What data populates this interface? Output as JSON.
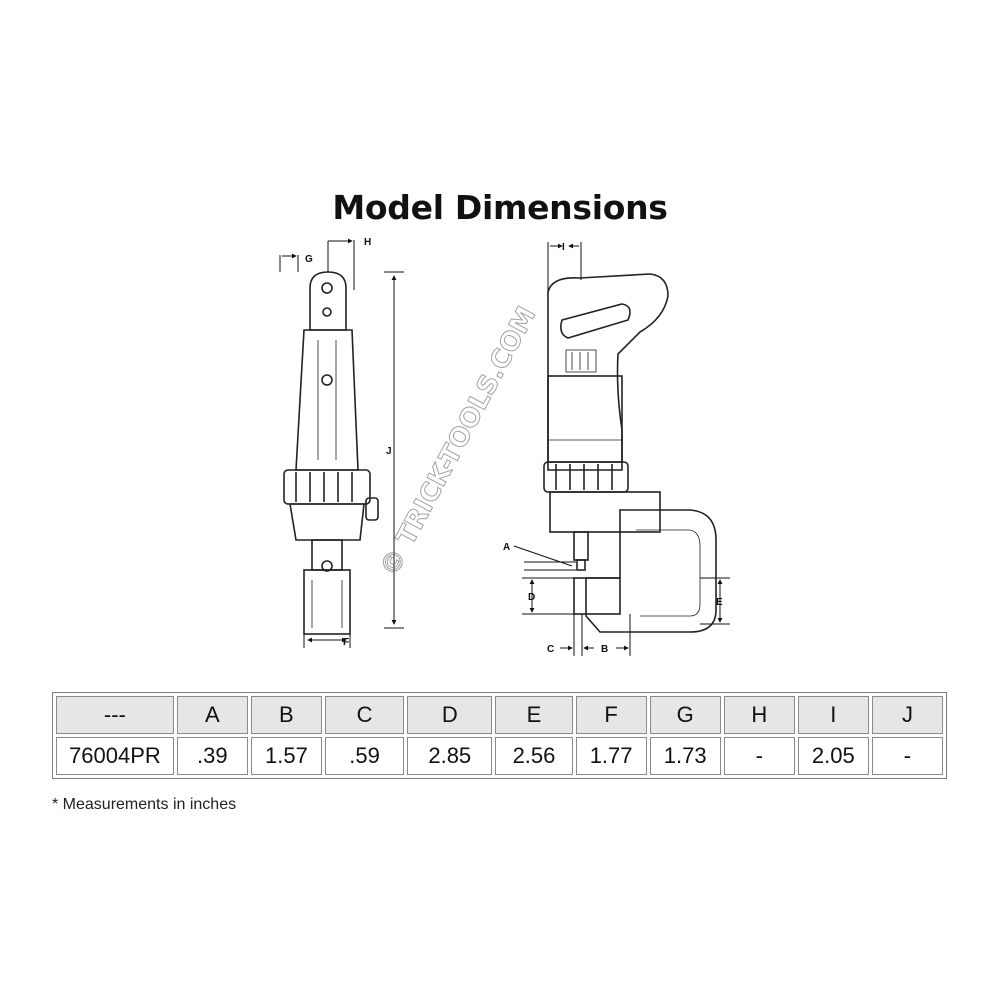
{
  "title": "Model Dimensions",
  "watermark": "© TRICK-TOOLS.COM",
  "dimension_labels": {
    "a": "A",
    "b": "B",
    "c": "C",
    "d": "D",
    "e": "E",
    "f": "F",
    "g": "G",
    "h": "H",
    "i": "I",
    "j": "J"
  },
  "table": {
    "headers": [
      "---",
      "A",
      "B",
      "C",
      "D",
      "E",
      "F",
      "G",
      "H",
      "I",
      "J"
    ],
    "rows": [
      [
        "76004PR",
        ".39",
        "1.57",
        ".59",
        "2.85",
        "2.56",
        "1.77",
        "1.73",
        "-",
        "2.05",
        "-"
      ]
    ]
  },
  "footnote": "* Measurements in inches"
}
